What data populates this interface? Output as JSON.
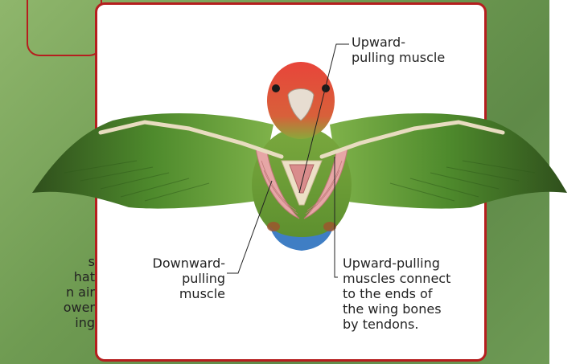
{
  "labels": {
    "upward_muscle": "Upward-\npulling muscle",
    "downward_muscle": "Downward-\npulling muscle",
    "tendons": "Upward-pulling\nmuscles connect\nto the ends of\nthe wing bones\nby tendons."
  },
  "side_text_fragments": [
    "s",
    "hat",
    "n air",
    "ower",
    "ing"
  ],
  "colors": {
    "border_red": "#b51e1e",
    "background_green": "#6f9b52",
    "bird_green": "#4e8a2c",
    "head_red": "#e8453a",
    "tail_blue": "#3f7ec4"
  }
}
